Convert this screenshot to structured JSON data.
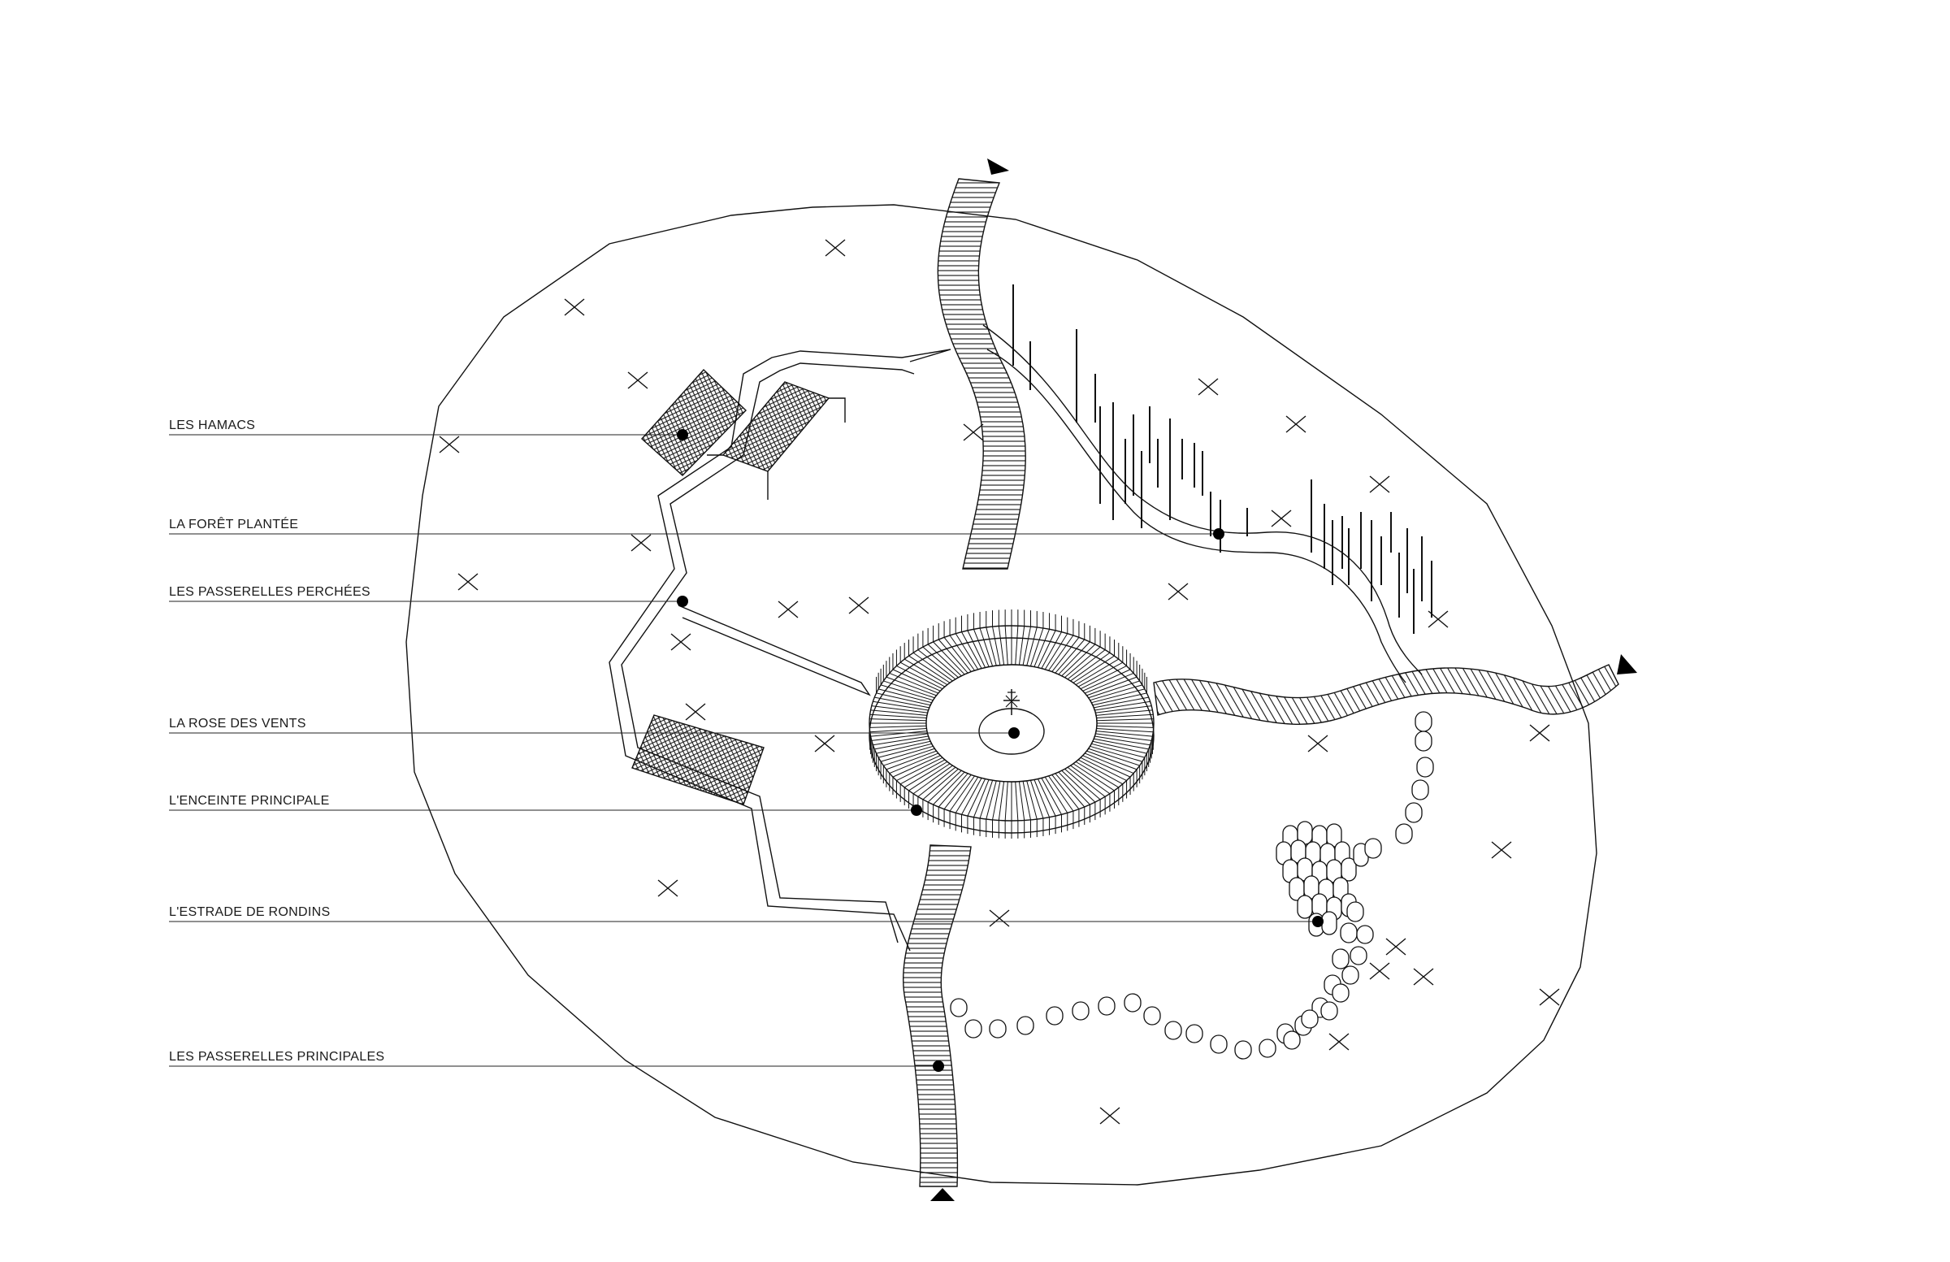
{
  "labels": [
    {
      "id": "hamacs",
      "text": "LES HAMACS"
    },
    {
      "id": "foret",
      "text": "LA FORÊT PLANTÉE"
    },
    {
      "id": "perchees",
      "text": "LES PASSERELLES PERCHÉES"
    },
    {
      "id": "rose",
      "text": "LA ROSE DES VENTS"
    },
    {
      "id": "enceinte",
      "text": "L'ENCEINTE PRINCIPALE"
    },
    {
      "id": "estrade",
      "text": "L'ESTRADE DE RONDINS"
    },
    {
      "id": "principales",
      "text": "LES PASSERELLES PRINCIPALES"
    }
  ],
  "icons": {
    "tree_marker": "cross-icon",
    "path_end": "triangle-arrow-icon",
    "label_point": "dot-icon"
  },
  "colors": {
    "ink": "#111111",
    "background": "#ffffff"
  }
}
